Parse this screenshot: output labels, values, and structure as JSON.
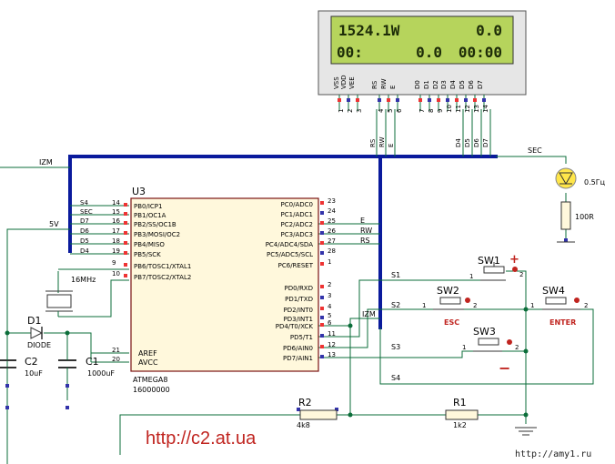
{
  "colors": {
    "wire": "#0b6e3a",
    "bus": "#0a1a9c",
    "chip_fill": "#fff8dc",
    "chip_stroke": "#7a1212",
    "lcd_bezel": "#e8e8e8",
    "lcd_screen": "#b6d45c",
    "pin_red": "#e33",
    "pin_blue": "#33a",
    "watermark_red": "#c0241f",
    "led_yellow": "#ffe64a"
  },
  "lcd": {
    "line1_left": "1524.1W",
    "line1_right": "0.0",
    "line2_left": "00:",
    "line2_mid": "0.0",
    "line2_right": "00:00",
    "pin_names": [
      "VSS",
      "VDD",
      "VEE",
      "RS",
      "RW",
      "E",
      "D0",
      "D1",
      "D2",
      "D3",
      "D4",
      "D5",
      "D6",
      "D7"
    ],
    "pin_numbers": [
      "1",
      "2",
      "3",
      "4",
      "5",
      "6",
      "7",
      "8",
      "9",
      "10",
      "11",
      "12",
      "13",
      "14"
    ],
    "signals_below": [
      "RS",
      "RW",
      "E",
      "D4",
      "D5",
      "D6",
      "D7"
    ]
  },
  "mcu": {
    "ref": "U3",
    "part": "ATMEGA8",
    "freq": "16000000",
    "left_pins": [
      {
        "num": "14",
        "name": "PB0/ICP1",
        "net": "S4"
      },
      {
        "num": "15",
        "name": "PB1/OC1A",
        "net": "SEC"
      },
      {
        "num": "16",
        "name": "PB2/SS/OC1B",
        "net": "D7"
      },
      {
        "num": "17",
        "name": "PB3/MOSI/OC2",
        "net": "D6"
      },
      {
        "num": "18",
        "name": "PB4/MISO",
        "net": "D5"
      },
      {
        "num": "19",
        "name": "PB5/SCK",
        "net": "D4"
      },
      {
        "num": "9",
        "name": "PB6/TOSC1/XTAL1",
        "net": ""
      },
      {
        "num": "10",
        "name": "PB7/TOSC2/XTAL2",
        "net": ""
      }
    ],
    "left_analog": [
      {
        "num": "21",
        "name": "AREF"
      },
      {
        "num": "20",
        "name": "AVCC"
      }
    ],
    "right_pins_top": [
      {
        "num": "23",
        "name": "PC0/ADC0",
        "net": ""
      },
      {
        "num": "24",
        "name": "PC1/ADC1",
        "net": ""
      },
      {
        "num": "25",
        "name": "PC2/ADC2",
        "net": "E"
      },
      {
        "num": "26",
        "name": "PC3/ADC3",
        "net": "RW"
      },
      {
        "num": "27",
        "name": "PC4/ADC4/SDA",
        "net": "RS"
      },
      {
        "num": "28",
        "name": "PC5/ADC5/SCL",
        "net": ""
      },
      {
        "num": "1",
        "name": "PC6/RESET",
        "net": ""
      }
    ],
    "right_pins_bottom": [
      {
        "num": "2",
        "name": "PD0/RXD",
        "net": ""
      },
      {
        "num": "3",
        "name": "PD1/TXD",
        "net": ""
      },
      {
        "num": "4",
        "name": "PD2/INT0",
        "net": ""
      },
      {
        "num": "5",
        "name": "PD3/INT1",
        "net": ""
      },
      {
        "num": "6",
        "name": "PD4/T0/XCK",
        "net": "IZM"
      },
      {
        "num": "11",
        "name": "PD5/T1",
        "net": "S1"
      },
      {
        "num": "12",
        "name": "PD6/AIN0",
        "net": "S2"
      },
      {
        "num": "13",
        "name": "PD7/AIN1",
        "net": "S3"
      }
    ]
  },
  "nets": {
    "izm": "IZM",
    "sec": "SEC",
    "five_v": "5V",
    "s1": "S1",
    "s2": "S2",
    "s3": "S3",
    "s4": "S4"
  },
  "crystal": {
    "label": "16MHz"
  },
  "diode": {
    "ref": "D1",
    "type": "DIODE"
  },
  "capacitors": [
    {
      "ref": "C2",
      "value": "10uF"
    },
    {
      "ref": "C1",
      "value": "1000uF"
    }
  ],
  "resistors": [
    {
      "ref": "R2",
      "value": "4k8"
    },
    {
      "ref": "R1",
      "value": "1k2"
    },
    {
      "ref": "",
      "value": "100R"
    }
  ],
  "led": {
    "label": "0.5Гц"
  },
  "switches": [
    {
      "ref": "SW1",
      "caption": "+"
    },
    {
      "ref": "SW2",
      "caption": "ESC"
    },
    {
      "ref": "SW3",
      "caption": "−"
    },
    {
      "ref": "SW4",
      "caption": "ENTER"
    }
  ],
  "switch_pins": {
    "one": "1",
    "two": "2"
  },
  "watermark": "http://c2.at.ua",
  "watermark_corner": "http://amy1.ru"
}
